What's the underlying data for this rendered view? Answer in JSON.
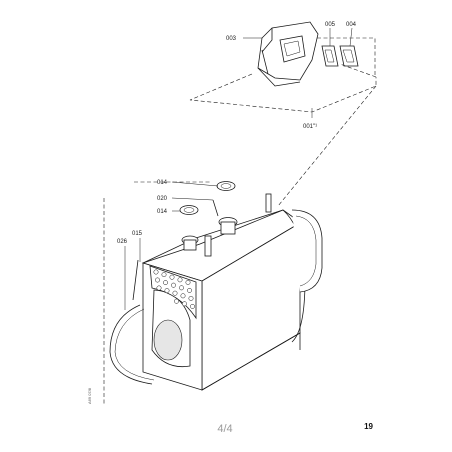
{
  "callouts": {
    "c001": "001\"¹",
    "c003": "003",
    "c004": "004",
    "c005": "005",
    "c014a": "014",
    "c014b": "014",
    "c015": "015",
    "c020": "020",
    "c026": "026"
  },
  "drawing_code": "A69 07/8",
  "page_indicator": "4/4",
  "page_number": "19"
}
